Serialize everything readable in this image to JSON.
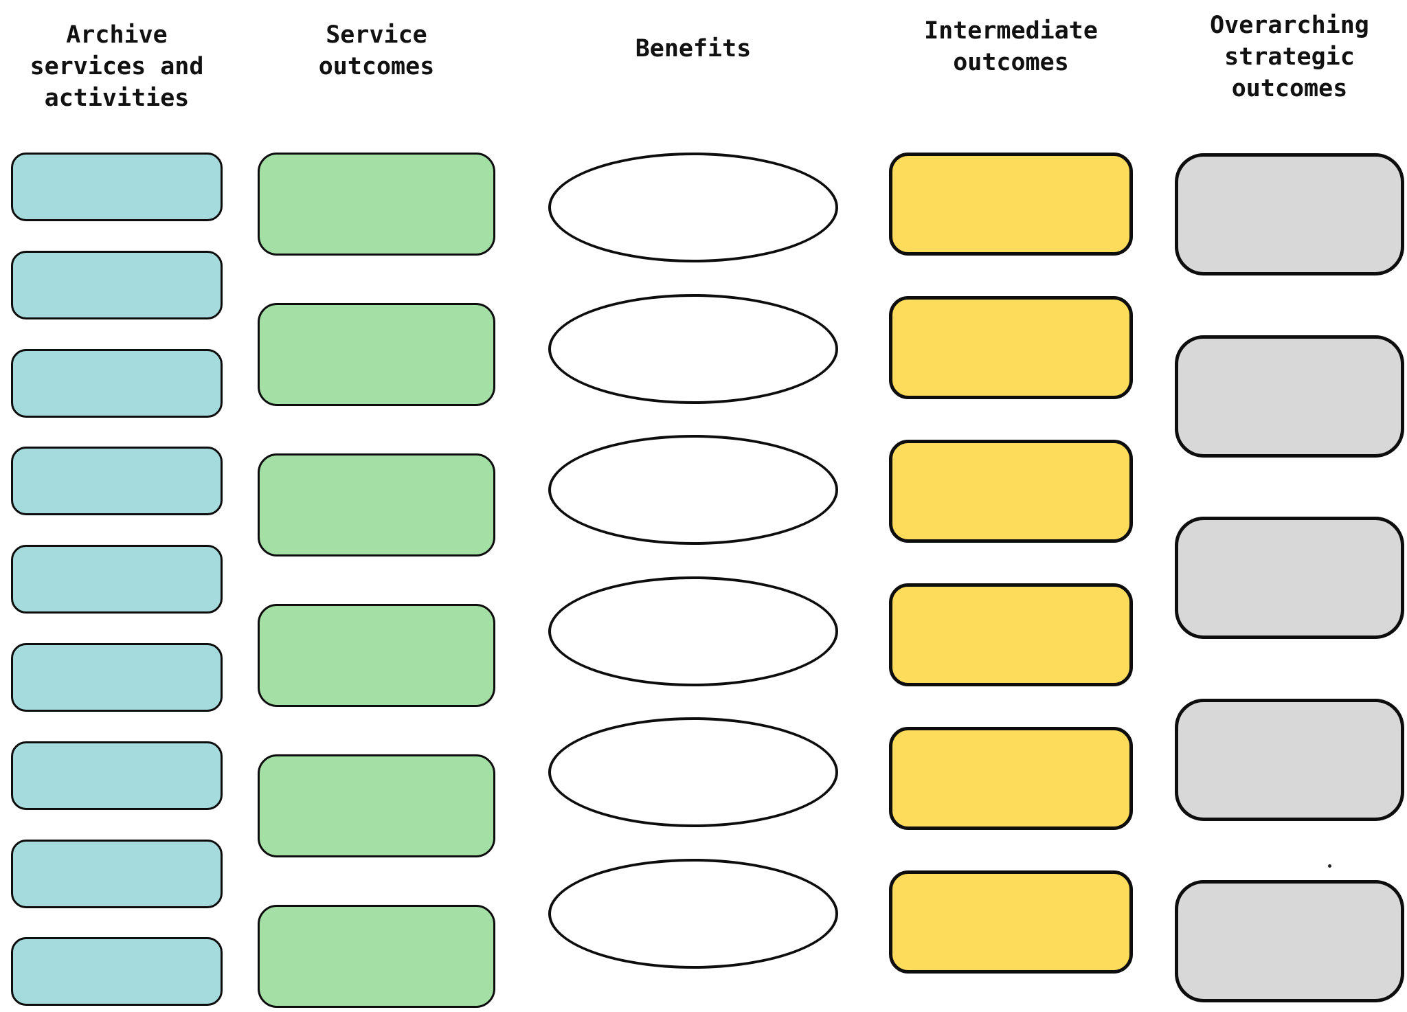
{
  "diagram": {
    "background_color": "#FFFFFF",
    "outline_color": "#0D0D0D",
    "header_text_color": "#111111",
    "columns": [
      {
        "id": "archive-services-activities",
        "header": "Archive\nservices and\nactivities",
        "shape": "rounded-rect",
        "fill": "#A5DBDC",
        "box_count": 9
      },
      {
        "id": "service-outcomes",
        "header": "Service\noutcomes",
        "shape": "rounded-rect",
        "fill": "#A4E0A6",
        "box_count": 6
      },
      {
        "id": "benefits",
        "header": "Benefits",
        "shape": "ellipse",
        "fill": "#FFFFFF",
        "box_count": 6
      },
      {
        "id": "intermediate-outcomes",
        "header": "Intermediate\noutcomes",
        "shape": "rounded-rect",
        "fill": "#FEDC5B",
        "box_count": 6
      },
      {
        "id": "overarching-strategic-outcomes",
        "header": "Overarching\nstrategic\noutcomes",
        "shape": "rounded-rect",
        "fill": "#D8D8D8",
        "box_count": 5
      }
    ]
  }
}
